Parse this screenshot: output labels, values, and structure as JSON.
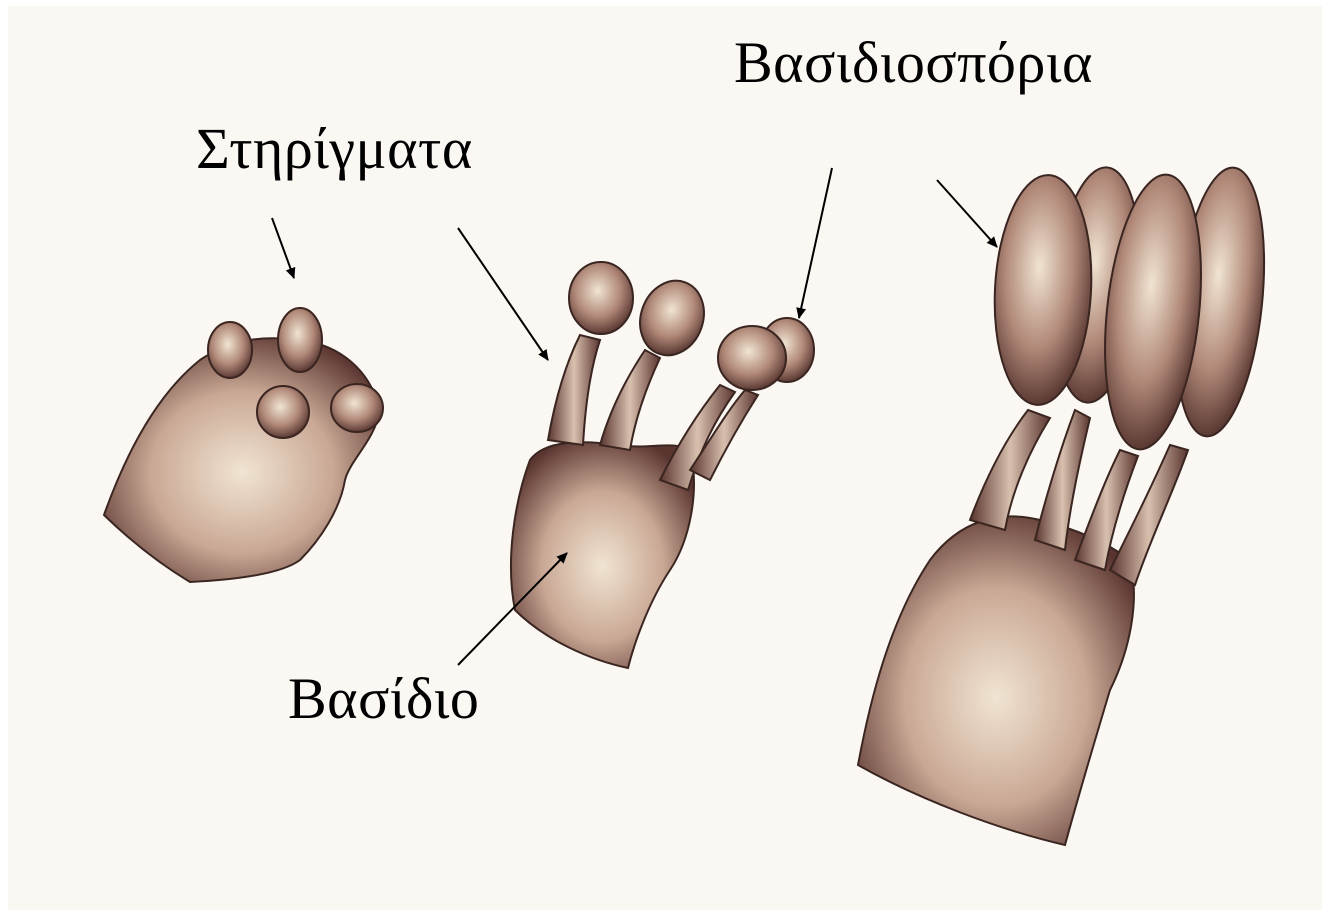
{
  "labels": {
    "sterigmata": "Στηρίγματα",
    "basidiospores": "Βασιδιοσπόρια",
    "basidium": "Βασίδιο"
  },
  "colors": {
    "background": "#fbf8f3",
    "outline": "#3a2520",
    "shade_dark": "#5a3530",
    "shade_mid": "#9a7468",
    "highlight": "#f1e4d2",
    "arrow": "#000000"
  },
  "stages": [
    "young-basidium",
    "sterigmata-with-spore-initials",
    "mature-basidium-with-basidiospores"
  ]
}
